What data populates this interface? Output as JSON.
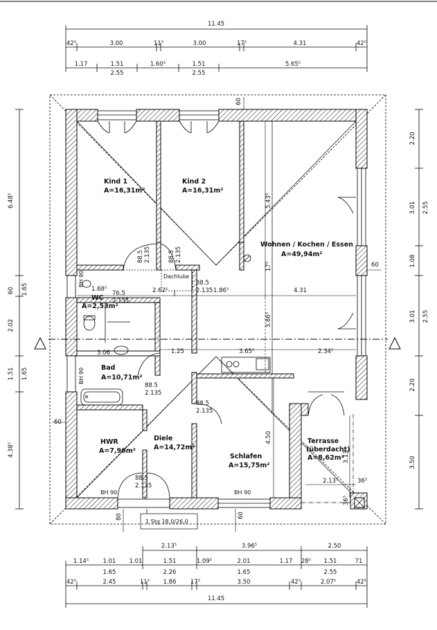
{
  "rooms": {
    "kind1": {
      "name": "Kind 1",
      "area": "A=16,31m²"
    },
    "kind2": {
      "name": "Kind 2",
      "area": "A=16,31m²"
    },
    "wohnen": {
      "name": "Wohnen / Kochen / Essen",
      "area": "A=49,94m²"
    },
    "wc": {
      "name": "WC",
      "area": "A=2,53m²"
    },
    "bad": {
      "name": "Bad",
      "area": "A=10,71m²"
    },
    "hwr": {
      "name": "HWR",
      "area": "A=7,96m²"
    },
    "diele": {
      "name": "Diele",
      "area": "A=14,72m²"
    },
    "schlafen": {
      "name": "Schlafen",
      "area": "A=15,75m²"
    },
    "terrasse": {
      "name": "Terrasse",
      "name2": "(überdacht)",
      "area": "A=8,62m²"
    }
  },
  "labels": {
    "dachluke": "Dachluke",
    "stair": "1 Stg 18,0/26,0",
    "bh90": "BH 90"
  },
  "dims_top": {
    "overall": "11.45",
    "row2": [
      "42⁵",
      "3.00",
      "11⁵",
      "3.00",
      "17⁵",
      "4.31",
      "42⁵"
    ],
    "row3": [
      "1.17",
      "1.51",
      "1.60⁵",
      "1.51",
      "5.65⁵"
    ],
    "row3b": [
      "2.55",
      "2.55"
    ]
  },
  "dims_bottom": {
    "row1": [
      "2.13⁵",
      "3.96⁵",
      "2.50"
    ],
    "row2": [
      "1.14⁵",
      "1.01",
      "1.01",
      "1.51",
      "1.09⁵",
      "2.01",
      "1.17",
      "28⁵",
      "1.51",
      "71"
    ],
    "row2b": [
      "1.65",
      "2.26",
      "1.65",
      "2.55"
    ],
    "row3": [
      "42⁵",
      "2.45",
      "11⁵",
      "1.86",
      "17⁵",
      "3.50",
      "42⁵",
      "2.07⁵",
      "42⁵"
    ],
    "overall": "11.45"
  },
  "dims_left": [
    "6.48⁵",
    "60",
    "1.65",
    "2.02",
    "1.51",
    "1.65",
    "4.38⁵"
  ],
  "dims_right": [
    "2.20",
    "3.01",
    "2.55",
    "1.08",
    "3.01",
    "2.55",
    "2.20",
    "3.50"
  ],
  "dims_inner": {
    "d60top": "60",
    "d543": "5.43⁵",
    "d17": "17⁵",
    "d262": "2.62⁵",
    "d186": "1.86⁵",
    "d431": "4.31",
    "d386": "3.86⁵",
    "d306": "3.06",
    "d125": "1.25",
    "d365": "3.65⁵",
    "d234": "2.34⁵",
    "d450": "4.50",
    "d313": "3.13",
    "d213": "2.13⁵",
    "d36a": "36⁵",
    "d36b": "36⁵",
    "d60r": "60",
    "d60l": "60",
    "d80": "80",
    "d60b": "60",
    "d168": "1.68⁵",
    "d76": "76.5",
    "d76b": "2.135",
    "door885": "88.5",
    "door2135": "2.135"
  }
}
